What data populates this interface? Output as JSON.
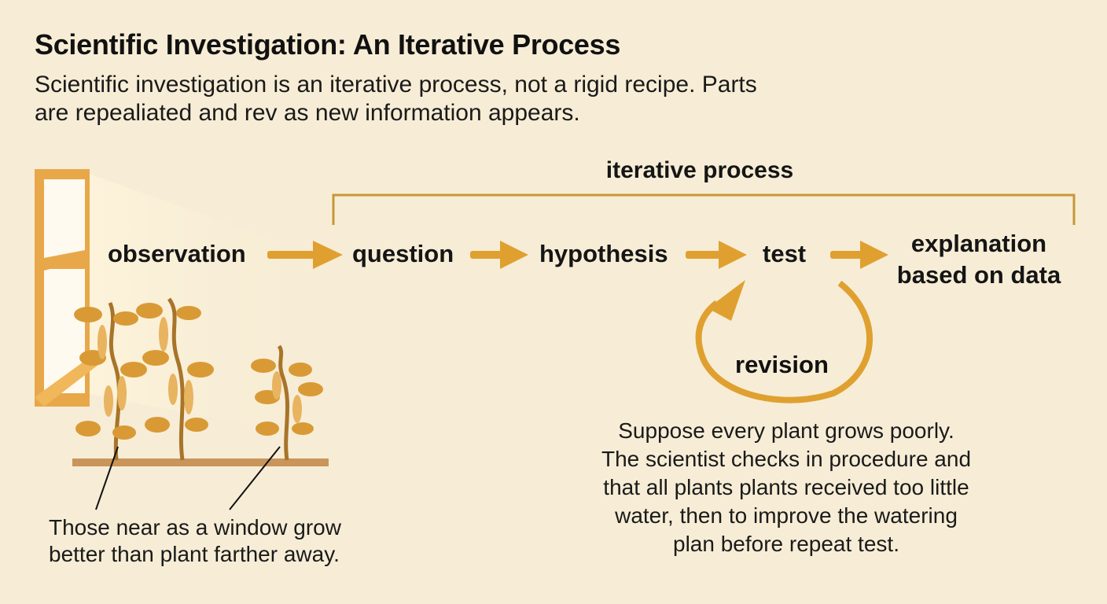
{
  "title": "Scientific Investigation: An Iterative Process",
  "intro": {
    "line1": "Scientific investigation is an iterative process, not a rigid recipe.  Parts",
    "line2": "are repealiated and rev as new information appears."
  },
  "bracket_label": "iterative process",
  "steps": {
    "observation": "observation",
    "question": "question",
    "hypothesis": "hypothesis",
    "test": "test",
    "explanation_line1": "explanation",
    "explanation_line2": "based on data"
  },
  "revision": "revision",
  "caption_left": {
    "line1": "Those near as a window grow",
    "line2": "better than plant farther away."
  },
  "caption_right": {
    "line1": "Suppose every plant grows poorly.",
    "line2": "The scientist checks in procedure and",
    "line3": "that all plants plants received too little",
    "line4": "water, then to improve the watering",
    "line5": "plan before repeat test."
  },
  "colors": {
    "background": "#f7edd6",
    "accent": "#e0a030",
    "leaf": "#d99a35",
    "soil": "#c9955a",
    "bracket": "#c89638"
  }
}
